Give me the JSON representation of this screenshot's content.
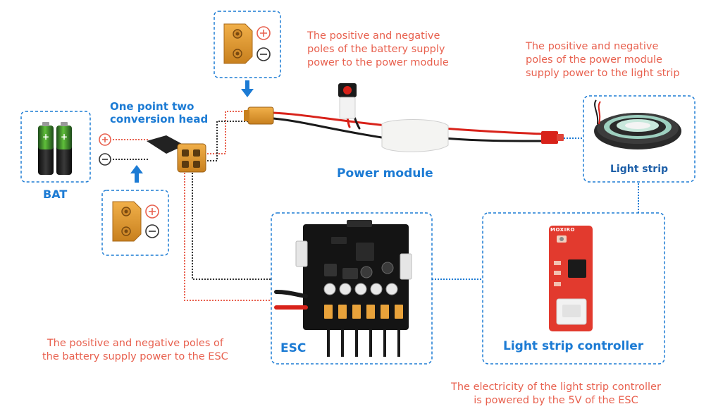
{
  "labels": {
    "bat": "BAT",
    "conversion_head": [
      "One point two",
      "conversion head"
    ],
    "battery_to_power_module": [
      "The positive and negative",
      "poles of the battery supply",
      "power to the power module"
    ],
    "power_module_to_strip": [
      "The positive and negative",
      "poles of the power module",
      "supply power to the light strip"
    ],
    "power_module": "Power module",
    "light_strip": "Light strip",
    "esc": "ESC",
    "battery_to_esc": [
      "The positive and negative poles of",
      "the battery supply power to the ESC"
    ],
    "light_strip_controller": "Light strip controller",
    "controller_power": [
      "The electricity of the light strip controller",
      "is powered by the 5V of the ESC"
    ],
    "controller_brand": "MOXIRO"
  },
  "colors": {
    "frame_blue": "#1c7bd4",
    "annotation_red": "#e8614f",
    "wire_red": "#d8221a",
    "wire_black": "#1a1a1a",
    "connector_yellow": "#e8a23a",
    "pcb_black": "#141414",
    "controller_red": "#e23a2e"
  },
  "icons": [
    "battery-icon",
    "plus-icon",
    "minus-icon",
    "down-arrow-icon",
    "up-arrow-icon",
    "xt60-connector-icon"
  ]
}
